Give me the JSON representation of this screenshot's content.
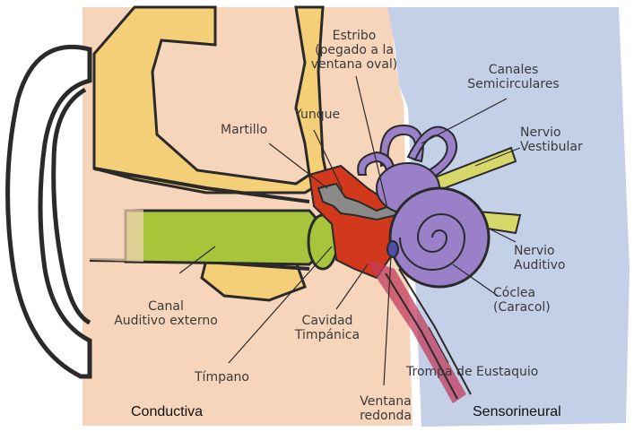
{
  "labels": {
    "estribo_l1": "Estribo",
    "estribo_l2": "(pegado a la",
    "estribo_l3": "ventana oval)",
    "canales_l1": "Canales",
    "canales_l2": "Semicirculares",
    "martillo": "Martillo",
    "yunque": "Yunque",
    "nervio_vest_l1": "Nervio",
    "nervio_vest_l2": "Vestibular",
    "nervio_aud_l1": "Nervio",
    "nervio_aud_l2": "Auditivo",
    "canal_l1": "Canal",
    "canal_l2": "Auditivo externo",
    "cavidad_l1": "Cavidad",
    "cavidad_l2": "Timpánica",
    "coclea_l1": "Cóclea",
    "coclea_l2": "(Caracol)",
    "timpano": "Tímpano",
    "trompa": "Trompa de Eustaquio",
    "ventana_l1": "Ventana",
    "ventana_l2": "redonda"
  },
  "zones": {
    "conductiva": "Conductiva",
    "sensorineural": "Sensorineural"
  },
  "colors": {
    "conductive_bg": "#f6d5bb",
    "sensorineural_bg": "#c4cfe8",
    "bone_yellow": "#f5cf78",
    "canal_green": "#a8c43a",
    "cavity_red": "#d2381c",
    "inner_ear_purple": "#9a80c8",
    "nerve_yellow": "#d8d86a",
    "outline": "#2a2a2a",
    "label_text": "#3a3a3a"
  }
}
